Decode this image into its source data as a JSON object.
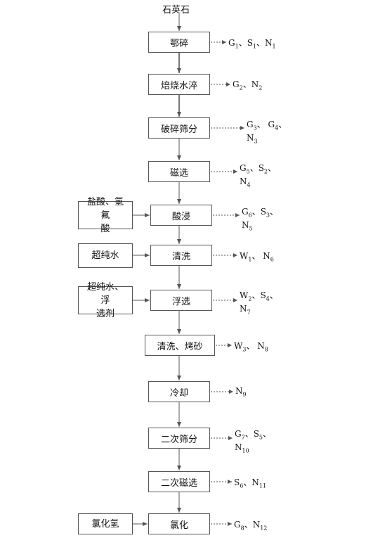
{
  "raw_material": "石英石",
  "steps": [
    {
      "id": "crush",
      "label": "鄂碎",
      "outputs": [
        [
          [
            "G",
            "1"
          ],
          [
            "、S",
            "1"
          ],
          [
            "、N",
            "1"
          ]
        ]
      ]
    },
    {
      "id": "roast",
      "label": "焙烧水淬",
      "outputs": [
        [
          [
            "G",
            "2"
          ],
          [
            "、N",
            "2"
          ]
        ]
      ]
    },
    {
      "id": "screen",
      "label": "破碎筛分",
      "outputs": [
        [
          [
            "G",
            "3"
          ],
          [
            "、 G",
            "4"
          ],
          [
            "、",
            ""
          ]
        ],
        [
          [
            "N",
            "3"
          ]
        ]
      ]
    },
    {
      "id": "magnetic",
      "label": "磁选",
      "outputs": [
        [
          [
            "G",
            "5"
          ],
          [
            "、S",
            "2"
          ],
          [
            "、",
            ""
          ]
        ],
        [
          [
            "N",
            "4"
          ]
        ]
      ]
    },
    {
      "id": "acid",
      "label": "酸浸",
      "outputs": [
        [
          [
            "G",
            "6"
          ],
          [
            "、S",
            "3"
          ],
          [
            "、",
            ""
          ]
        ],
        [
          [
            "N",
            "5"
          ]
        ]
      ]
    },
    {
      "id": "wash",
      "label": "清洗",
      "outputs": [
        [
          [
            "W",
            "1"
          ],
          [
            "、 N",
            "6"
          ]
        ]
      ]
    },
    {
      "id": "float",
      "label": "浮选",
      "outputs": [
        [
          [
            "W",
            "2"
          ],
          [
            "、S",
            "4"
          ],
          [
            "、",
            ""
          ]
        ],
        [
          [
            "N",
            "7"
          ]
        ]
      ]
    },
    {
      "id": "wash-roast",
      "label": "清洗、烤砂",
      "outputs": [
        [
          [
            "W",
            "3"
          ],
          [
            "、 N",
            "8"
          ]
        ]
      ]
    },
    {
      "id": "cool",
      "label": "冷却",
      "outputs": [
        [
          [
            "N",
            "9"
          ]
        ]
      ]
    },
    {
      "id": "screen2",
      "label": "二次筛分",
      "outputs": [
        [
          [
            "G",
            "7"
          ],
          [
            "、S",
            "5"
          ],
          [
            "、",
            ""
          ]
        ],
        [
          [
            "N",
            "10"
          ]
        ]
      ]
    },
    {
      "id": "magnetic2",
      "label": "二次磁选",
      "outputs": [
        [
          [
            "S",
            "6"
          ],
          [
            "、N",
            "11"
          ]
        ]
      ]
    },
    {
      "id": "chlorinate",
      "label": "氯化",
      "outputs": [
        [
          [
            "G",
            "8"
          ],
          [
            "、N",
            "12"
          ]
        ]
      ]
    }
  ],
  "inputs": [
    {
      "id": "acid-input",
      "lines": [
        "盐酸、氢氟",
        "酸"
      ],
      "target": "acid"
    },
    {
      "id": "water-input",
      "lines": [
        "超纯水"
      ],
      "target": "wash"
    },
    {
      "id": "float-input",
      "lines": [
        "超纯水、浮",
        "选剂"
      ],
      "target": "float"
    },
    {
      "id": "hcl-input",
      "lines": [
        "氯化氢"
      ],
      "target": "chlorinate"
    }
  ],
  "colors": {
    "line": "#555555",
    "text": "#111111"
  }
}
